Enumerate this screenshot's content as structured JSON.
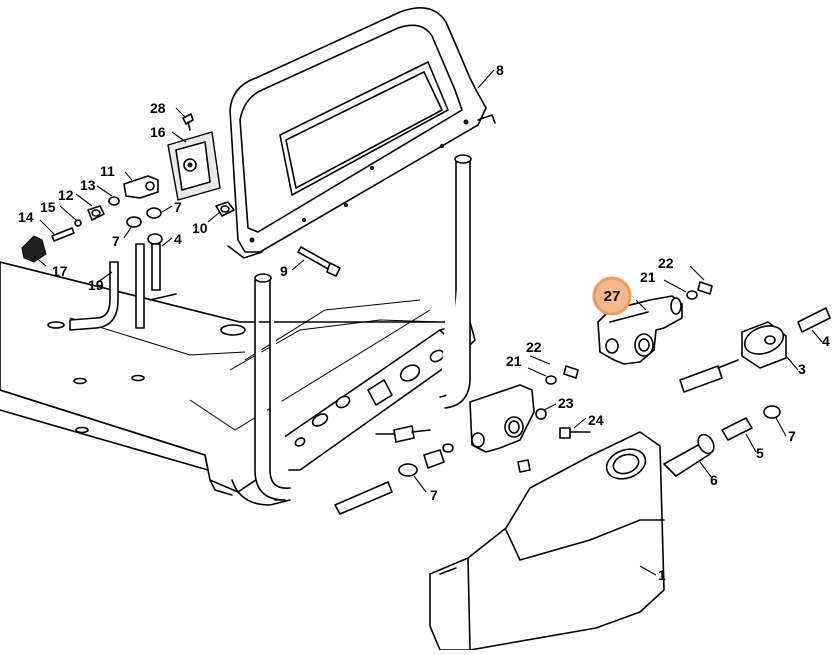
{
  "diagram": {
    "highlight_color": "#f29a5c",
    "highlight_fill": "#f6b68c",
    "callouts": {
      "c1": "1",
      "c3": "3",
      "c4a": "4",
      "c4b": "4",
      "c5": "5",
      "c6": "6",
      "c7a": "7",
      "c7b": "7",
      "c7c": "7",
      "c7d": "7",
      "c8": "8",
      "c9": "9",
      "c10": "10",
      "c11": "11",
      "c12": "12",
      "c13": "13",
      "c14": "14",
      "c15": "15",
      "c16": "16",
      "c17": "17",
      "c19": "19",
      "c21a": "21",
      "c21b": "21",
      "c22a": "22",
      "c22b": "22",
      "c23": "23",
      "c24": "24",
      "c27": "27",
      "c28": "28"
    }
  }
}
